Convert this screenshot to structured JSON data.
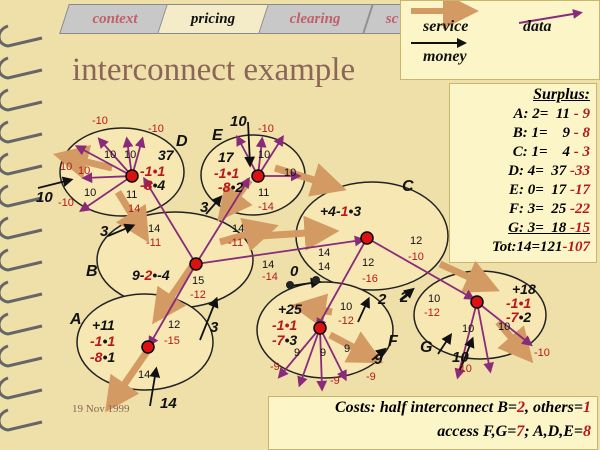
{
  "tabs": [
    {
      "label": "context"
    },
    {
      "label": "pricing"
    },
    {
      "label": "clearing"
    },
    {
      "label": "sc"
    }
  ],
  "title": "interconnect example",
  "legend": {
    "service": "service",
    "data": "data",
    "money": "money"
  },
  "surplus": {
    "header": "Surplus:",
    "rows": [
      {
        "label": "A: 2=  11",
        "value": "- 9"
      },
      {
        "label": "B: 1=    9",
        "value": "- 8"
      },
      {
        "label": "C: 1=    4",
        "value": "- 3"
      },
      {
        "label": "D: 4=  37",
        "value": "-33"
      },
      {
        "label": "E: 0=  17",
        "value": "-17"
      },
      {
        "label": "F: 3=  25",
        "value": "-22"
      },
      {
        "label": "G: 3=  18",
        "value": "-15"
      },
      {
        "label": "Tot:14=121",
        "value": "-107"
      }
    ]
  },
  "costs": {
    "line1_prefix": "Costs: half interconnect B=",
    "line1_b": "2",
    "line1_mid": ", others=",
    "line1_o": "1",
    "line2_prefix": "access F,G=",
    "line2_fg": "7",
    "line2_mid": "; A,D,E=",
    "line2_ade": "8"
  },
  "date": "19 Nov 1999",
  "nodes": {
    "A": {
      "name": "A",
      "l1": "+11",
      "l2a": "-1",
      "l2b": "•",
      "l2c": "1",
      "l3a": "-8",
      "l3b": "•",
      "l3c": "1"
    },
    "B": {
      "name": "B",
      "a": "9-",
      "b": "2",
      "c": "-4",
      "d": "•"
    },
    "C": {
      "name": "C",
      "a": "+4-",
      "b": "1",
      "c": "•",
      "d": "3"
    },
    "D": {
      "name": "D",
      "l1": "37",
      "l2": "-1•1",
      "l3a": "-8",
      "l3b": "•4"
    },
    "E": {
      "name": "E",
      "l1": "17",
      "l2": "-1•1",
      "l3a": "-8",
      "l3b": "•2"
    },
    "F": {
      "name": "F",
      "l1": "+25",
      "l2": "-1•1",
      "l3a": "-7",
      "l3b": "•3"
    },
    "G": {
      "name": "G",
      "l1": "+18",
      "l2": "-1•1",
      "l3a": "-7",
      "l3b": "•2"
    }
  },
  "labels": {
    "n10": "10",
    "m10": "-10",
    "n11": "11",
    "n14": "14",
    "m11": "-11",
    "m12": "-12",
    "n12": "12",
    "m15": "-15",
    "n15": "15",
    "m14": "-14",
    "n9": "9",
    "m9": "-9",
    "n3": "3",
    "n2": "2",
    "n0": "0",
    "n16": "-16"
  }
}
